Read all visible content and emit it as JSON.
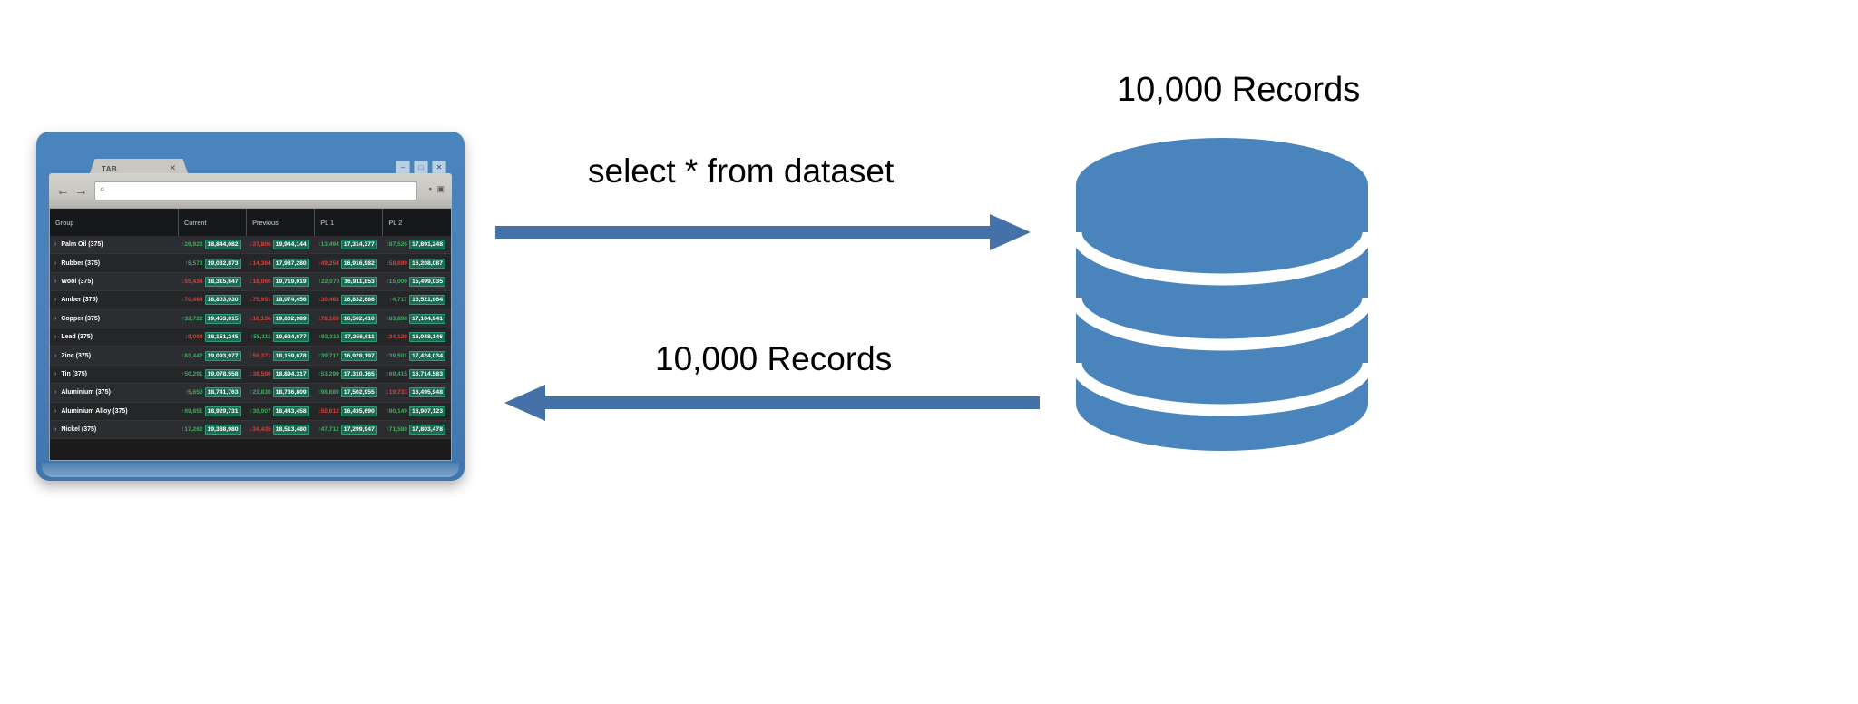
{
  "diagram": {
    "title_right": "10,000 Records",
    "arrow_top_label": "select * from dataset",
    "arrow_bottom_label": "10,000 Records",
    "accent_color": "#4472a8",
    "db_color": "#4a84bd"
  },
  "browser": {
    "tab_label": "TAB",
    "tab_close_icon": "✕",
    "nav_back_icon": "←",
    "nav_forward_icon": "→",
    "search_icon": "⌕",
    "url_value": "",
    "url_placeholder": "",
    "window_buttons": [
      {
        "name": "minimize",
        "glyph": "–"
      },
      {
        "name": "maximize",
        "glyph": "□"
      },
      {
        "name": "close",
        "glyph": "✕"
      }
    ],
    "chrome_icons": [
      {
        "name": "lock-icon",
        "glyph": "▪"
      },
      {
        "name": "menu-icon",
        "glyph": "▣"
      }
    ]
  },
  "grid": {
    "columns": [
      "Group",
      "Current",
      "Previous",
      "PL 1",
      "PL 2"
    ],
    "expand_icon": "›",
    "up_arrow": "↑",
    "down_arrow": "↓",
    "rows": [
      {
        "group": "Palm Oil (375)",
        "current": {
          "delta": "26,923",
          "dir": "up",
          "value": "18,844,082",
          "val_dir": "up"
        },
        "previous": {
          "delta": "27,806",
          "dir": "down",
          "value": "19,944,144",
          "val_dir": "up"
        },
        "pl1": {
          "delta": "13,494",
          "dir": "up",
          "value": "17,314,377",
          "val_dir": "up"
        },
        "pl2": {
          "delta": "87,526",
          "dir": "up",
          "value": "17,891,248",
          "val_dir": "up"
        }
      },
      {
        "group": "Rubber (375)",
        "current": {
          "delta": "5,573",
          "dir": "up",
          "value": "19,032,873",
          "val_dir": "up"
        },
        "previous": {
          "delta": "14,364",
          "dir": "down",
          "value": "17,987,280",
          "val_dir": "up"
        },
        "pl1": {
          "delta": "49,254",
          "dir": "down",
          "value": "16,916,982",
          "val_dir": "up"
        },
        "pl2": {
          "delta": "58,699",
          "dir": "down",
          "value": "16,208,087",
          "val_dir": "up"
        }
      },
      {
        "group": "Wool (375)",
        "current": {
          "delta": "55,434",
          "dir": "down",
          "value": "18,315,647",
          "val_dir": "up"
        },
        "previous": {
          "delta": "18,060",
          "dir": "down",
          "value": "19,719,019",
          "val_dir": "up"
        },
        "pl1": {
          "delta": "22,070",
          "dir": "up",
          "value": "16,911,853",
          "val_dir": "up"
        },
        "pl2": {
          "delta": "15,000",
          "dir": "up",
          "value": "15,499,035",
          "val_dir": "up"
        }
      },
      {
        "group": "Amber (375)",
        "current": {
          "delta": "70,464",
          "dir": "down",
          "value": "18,803,030",
          "val_dir": "up"
        },
        "previous": {
          "delta": "75,951",
          "dir": "down",
          "value": "18,074,456",
          "val_dir": "up"
        },
        "pl1": {
          "delta": "30,463",
          "dir": "down",
          "value": "16,832,686",
          "val_dir": "up"
        },
        "pl2": {
          "delta": "4,717",
          "dir": "up",
          "value": "16,521,664",
          "val_dir": "up"
        }
      },
      {
        "group": "Copper (375)",
        "current": {
          "delta": "32,722",
          "dir": "up",
          "value": "19,453,015",
          "val_dir": "up"
        },
        "previous": {
          "delta": "16,136",
          "dir": "down",
          "value": "19,602,989",
          "val_dir": "up"
        },
        "pl1": {
          "delta": "78,169",
          "dir": "down",
          "value": "16,502,410",
          "val_dir": "up"
        },
        "pl2": {
          "delta": "83,898",
          "dir": "up",
          "value": "17,104,941",
          "val_dir": "up"
        }
      },
      {
        "group": "Lead (375)",
        "current": {
          "delta": "9,064",
          "dir": "down",
          "value": "18,151,245",
          "val_dir": "up"
        },
        "previous": {
          "delta": "55,111",
          "dir": "up",
          "value": "19,624,677",
          "val_dir": "up"
        },
        "pl1": {
          "delta": "93,318",
          "dir": "up",
          "value": "17,256,611",
          "val_dir": "up"
        },
        "pl2": {
          "delta": "34,120",
          "dir": "down",
          "value": "16,948,146",
          "val_dir": "up"
        }
      },
      {
        "group": "Zinc (375)",
        "current": {
          "delta": "83,442",
          "dir": "up",
          "value": "19,093,977",
          "val_dir": "up"
        },
        "previous": {
          "delta": "50,371",
          "dir": "down",
          "value": "18,159,678",
          "val_dir": "up"
        },
        "pl1": {
          "delta": "39,717",
          "dir": "up",
          "value": "16,928,197",
          "val_dir": "up"
        },
        "pl2": {
          "delta": "39,501",
          "dir": "up",
          "value": "17,424,034",
          "val_dir": "up"
        }
      },
      {
        "group": "Tin (375)",
        "current": {
          "delta": "50,291",
          "dir": "up",
          "value": "19,078,558",
          "val_dir": "up"
        },
        "previous": {
          "delta": "38,596",
          "dir": "down",
          "value": "18,894,317",
          "val_dir": "up"
        },
        "pl1": {
          "delta": "53,299",
          "dir": "up",
          "value": "17,310,165",
          "val_dir": "up"
        },
        "pl2": {
          "delta": "69,415",
          "dir": "up",
          "value": "16,714,583",
          "val_dir": "up"
        }
      },
      {
        "group": "Aluminium (375)",
        "current": {
          "delta": "5,650",
          "dir": "up",
          "value": "18,741,763",
          "val_dir": "up"
        },
        "previous": {
          "delta": "21,830",
          "dir": "up",
          "value": "18,736,809",
          "val_dir": "up"
        },
        "pl1": {
          "delta": "98,689",
          "dir": "up",
          "value": "17,502,955",
          "val_dir": "up"
        },
        "pl2": {
          "delta": "19,733",
          "dir": "down",
          "value": "16,495,948",
          "val_dir": "up"
        }
      },
      {
        "group": "Aluminium Alloy (375)",
        "current": {
          "delta": "69,651",
          "dir": "up",
          "value": "18,929,731",
          "val_dir": "up"
        },
        "previous": {
          "delta": "30,907",
          "dir": "up",
          "value": "18,443,458",
          "val_dir": "up"
        },
        "pl1": {
          "delta": "50,612",
          "dir": "down",
          "value": "16,435,690",
          "val_dir": "up"
        },
        "pl2": {
          "delta": "90,149",
          "dir": "up",
          "value": "16,907,123",
          "val_dir": "up"
        }
      },
      {
        "group": "Nickel (375)",
        "current": {
          "delta": "17,262",
          "dir": "up",
          "value": "19,388,980",
          "val_dir": "up"
        },
        "previous": {
          "delta": "34,435",
          "dir": "down",
          "value": "18,513,480",
          "val_dir": "up"
        },
        "pl1": {
          "delta": "47,712",
          "dir": "up",
          "value": "17,299,947",
          "val_dir": "up"
        },
        "pl2": {
          "delta": "71,580",
          "dir": "up",
          "value": "17,803,478",
          "val_dir": "up"
        }
      }
    ]
  }
}
